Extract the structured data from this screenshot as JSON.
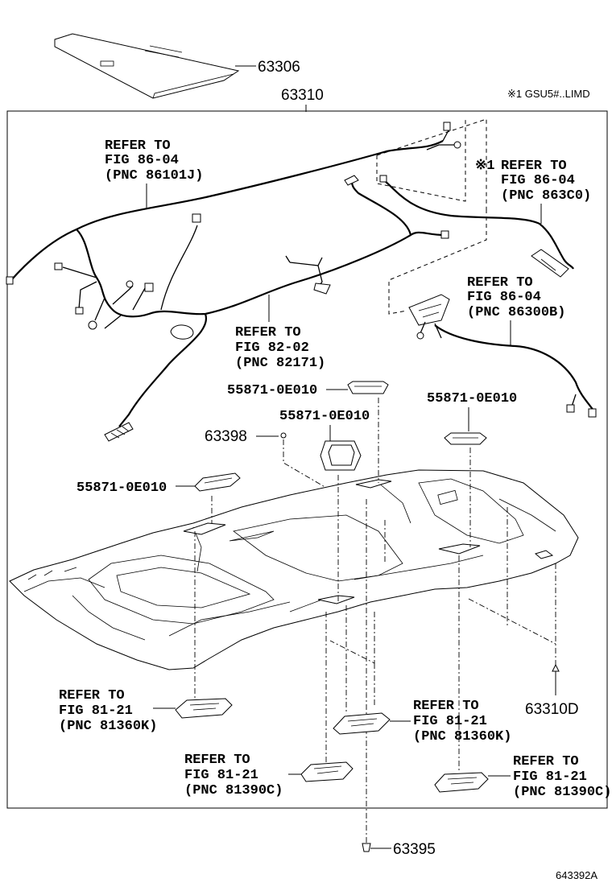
{
  "top_note": "※1 GSU5#..LIMD",
  "footer_code": "643392A",
  "parts": {
    "p63306": "63306",
    "p63310": "63310",
    "p63398": "63398",
    "p63310D": "63310D",
    "p63395": "63395",
    "lamp_a": "55871-0E010",
    "lamp_b": "55871-0E010",
    "lamp_c": "55871-0E010",
    "lamp_d": "55871-0E010"
  },
  "refs": {
    "r1": {
      "l1": "REFER TO",
      "l2": "FIG 86-04",
      "l3": "(PNC 86101J)"
    },
    "r2": {
      "mark": "※1",
      "l1": "REFER TO",
      "l2": "FIG 86-04",
      "l3": "(PNC 863C0)"
    },
    "r3": {
      "l1": "REFER TO",
      "l2": "FIG 86-04",
      "l3": "(PNC 86300B)"
    },
    "r4": {
      "l1": "REFER TO",
      "l2": "FIG 82-02",
      "l3": "(PNC 82171)"
    },
    "r5": {
      "l1": "REFER TO",
      "l2": "FIG 81-21",
      "l3": "(PNC 81360K)"
    },
    "r6": {
      "l1": "REFER TO",
      "l2": "FIG 81-21",
      "l3": "(PNC 81360K)"
    },
    "r7": {
      "l1": "REFER TO",
      "l2": "FIG 81-21",
      "l3": "(PNC 81390C)"
    },
    "r8": {
      "l1": "REFER TO",
      "l2": "FIG 81-21",
      "l3": "(PNC 81390C)"
    }
  }
}
